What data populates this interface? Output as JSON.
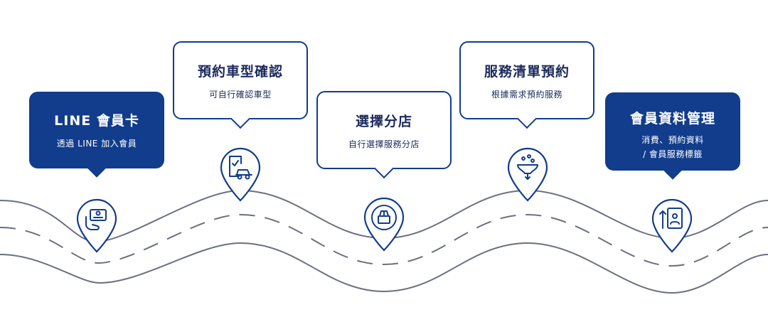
{
  "colors": {
    "primary": "#123c8c",
    "road": "#6b6f82",
    "background": "#ffffff"
  },
  "steps": [
    {
      "title": "LINE 會員卡",
      "subtitle": "透過 LINE 加入會員",
      "style": "filled",
      "icon": "hand-card-icon"
    },
    {
      "title": "預約車型確認",
      "subtitle": "可自行確認車型",
      "style": "outline",
      "icon": "car-checklist-icon"
    },
    {
      "title": "選擇分店",
      "subtitle": "自行選擇服務分店",
      "style": "outline",
      "icon": "store-icon"
    },
    {
      "title": "服務清單預約",
      "subtitle": "根據需求預約服務",
      "style": "outline",
      "icon": "funnel-icon"
    },
    {
      "title": "會員資料管理",
      "subtitle": "消費、預約資料",
      "subtitle2": "/ 會員服務標籤",
      "style": "filled",
      "icon": "profile-upload-icon"
    }
  ]
}
